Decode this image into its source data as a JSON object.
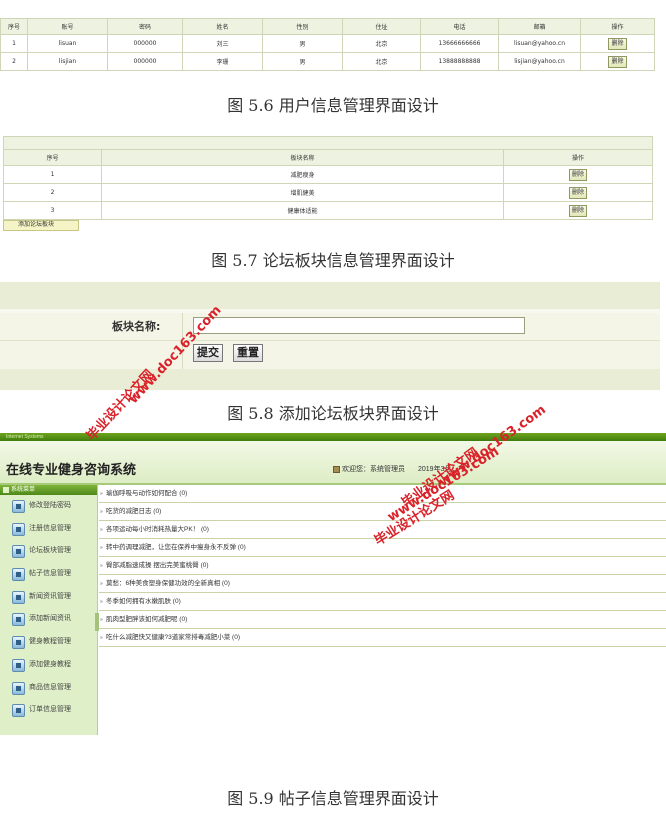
{
  "users_table": {
    "columns": [
      "序号",
      "账号",
      "密码",
      "姓名",
      "性别",
      "住址",
      "电话",
      "邮箱",
      "操作"
    ],
    "rows": [
      [
        "1",
        "lisuan",
        "000000",
        "刘三",
        "男",
        "北京",
        "13666666666",
        "lisuan@yahoo.cn",
        "删除"
      ],
      [
        "2",
        "lisjian",
        "000000",
        "李珊",
        "男",
        "北京",
        "13888888888",
        "lisjian@yahoo.cn",
        "删除"
      ]
    ]
  },
  "caption_56": "图 5.6 用户信息管理界面设计",
  "forum_table": {
    "columns": [
      "序号",
      "板块名称",
      "操作"
    ],
    "rows": [
      [
        "1",
        "减肥瘦身",
        "删除"
      ],
      [
        "2",
        "增肌健美",
        "删除"
      ],
      [
        "3",
        "健康体适能",
        "删除"
      ]
    ],
    "add_button": "添加论坛板块"
  },
  "caption_57": "图 5.7 论坛板块信息管理界面设计",
  "add_form": {
    "label": "板块名称:",
    "input_value": "",
    "submit_label": "提交",
    "reset_label": "重置"
  },
  "caption_58": "图 5.8 添加论坛板块界面设计",
  "admin": {
    "strip_text": "Internet Systems",
    "system_title": "在线专业健身咨询系统",
    "welcome": "欢迎您：系统管理员",
    "date": "2019年3月",
    "menu_title": "系统菜单",
    "menu": [
      "修改登陆密码",
      "注册信息管理",
      "论坛板块管理",
      "帖子信息管理",
      "新闻资讯管理",
      "添加新闻资讯",
      "健身教程管理",
      "添加健身教程",
      "商品信息管理",
      "订单信息管理"
    ],
    "posts": [
      "瑜伽呼吸与动作如何配合 (0)",
      "吃货的减肥日志 (0)",
      "各项运动每小时消耗热量大PK！ (0)",
      "转中药调理减肥，让您在保养中瘦身永不反弹 (0)",
      "臀部减脂速成操 摆出完美蜜桃臀 (0)",
      "莫愁：6种美食塑身保健功效的全新真相 (0)",
      "冬季如何拥有水嫩肌肤 (0)",
      "肌肉型肥胖该如何减肥呢 (0)",
      "吃什么减肥快又健康?3道家常排毒减肥小菜 (0)"
    ]
  },
  "caption_59": "图 5.9 帖子信息管理界面设计",
  "watermarks": {
    "w1_a": "www.doc163.com",
    "w1_b": "毕业设计论文网",
    "w2_a": "www.doc163.com",
    "w2_b": "毕业设计论文网",
    "w3_a": "www.doc163.com",
    "w3_b": "毕业设计论文网"
  },
  "colors": {
    "watermark": "#d9222a",
    "header_green": "#6ea51d",
    "sidebar": "#dff0c8"
  }
}
